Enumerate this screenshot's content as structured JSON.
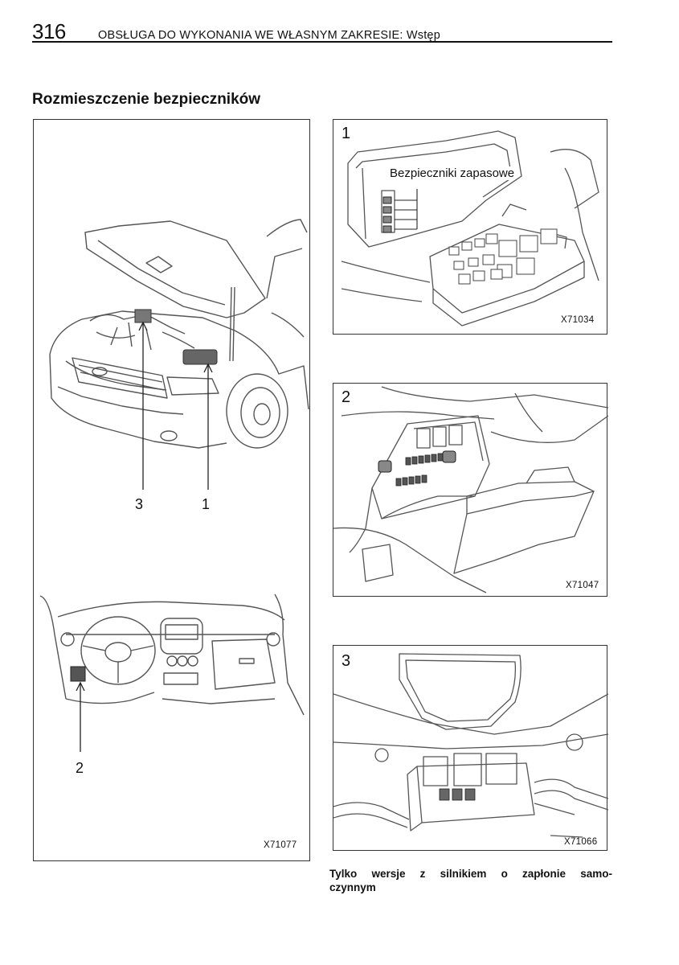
{
  "header": {
    "page_number": "316",
    "running_head": "OBSŁUGA DO WYKONANIA WE WŁASNYM ZAKRESIE: Wstęp"
  },
  "section_title": "Rozmieszczenie bezpieczników",
  "left_figure": {
    "callouts": [
      "3",
      "1",
      "2"
    ],
    "code": "X71077"
  },
  "panel1": {
    "number": "1",
    "label": "Bezpieczniki zapasowe",
    "code": "X71034"
  },
  "panel2": {
    "number": "2",
    "code": "X71047"
  },
  "panel3": {
    "number": "3",
    "code": "X71066"
  },
  "caption": {
    "line1": "Tylko wersje z silnikiem o zapłonie samo-",
    "line2": "czynnym"
  }
}
